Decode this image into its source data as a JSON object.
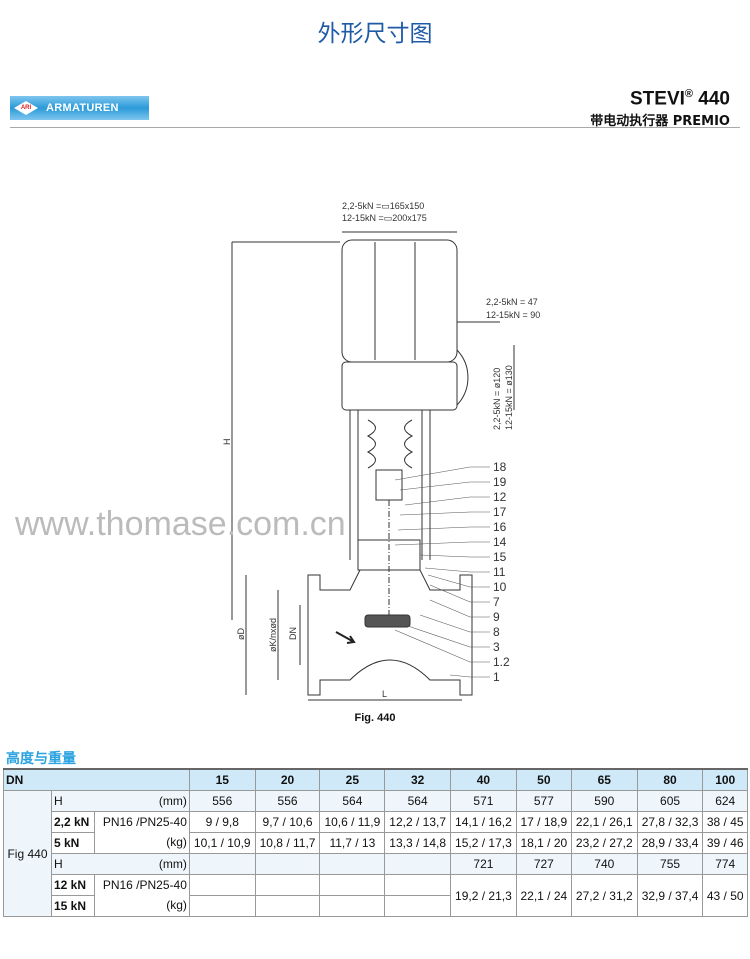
{
  "title": "外形尺寸图",
  "logo": {
    "mark": "ARI",
    "text": "ARMATUREN"
  },
  "product": {
    "name": "STEVI",
    "reg": "®",
    "model": "440",
    "subtitle": "带电动执行器 PREMIO"
  },
  "drawing": {
    "dim_top": [
      "2,2-5kN =▭165x150",
      "12-15kN =▭200x175"
    ],
    "dim_side": [
      "2,2-5kN = 47",
      "12-15kN = 90"
    ],
    "dim_dia": [
      "2,2-5kN = ø120",
      "12-15kN = ø130"
    ],
    "H": "H",
    "L": "L",
    "OD": "øD",
    "DN": "DN",
    "K": "øK/nxød",
    "parts": [
      "18",
      "19",
      "12",
      "17",
      "16",
      "14",
      "15",
      "11",
      "10",
      "7",
      "9",
      "8",
      "3",
      "1.2",
      "1"
    ],
    "watermark": "www.thomase.com.cn",
    "caption": "Fig. 440"
  },
  "section_title": "高度与重量",
  "table": {
    "dn_label": "DN",
    "dn": [
      "15",
      "20",
      "25",
      "32",
      "40",
      "50",
      "65",
      "80",
      "100"
    ],
    "fig": "Fig 440",
    "h_label": "H",
    "mm": "(mm)",
    "pn": "PN16 /PN25-40",
    "kg": "(kg)",
    "h1": [
      "556",
      "556",
      "564",
      "564",
      "571",
      "577",
      "590",
      "605",
      "624"
    ],
    "r22_label": "2,2 kN",
    "r22": [
      "9 / 9,8",
      "9,7 / 10,6",
      "10,6 / 11,9",
      "12,2 / 13,7",
      "14,1 / 16,2",
      "17 / 18,9",
      "22,1 / 26,1",
      "27,8 / 32,3",
      "38 / 45"
    ],
    "r5_label": "5 kN",
    "r5": [
      "10,1 / 10,9",
      "10,8 / 11,7",
      "11,7 / 13",
      "13,3 / 14,8",
      "15,2 / 17,3",
      "18,1 / 20",
      "23,2 / 27,2",
      "28,9 / 33,4",
      "39 / 46"
    ],
    "h2": [
      "",
      "",
      "",
      "",
      "721",
      "727",
      "740",
      "755",
      "774"
    ],
    "r12_label": "12 kN",
    "r15_label": "15 kN",
    "r1215": [
      "19,2 / 21,3",
      "22,1 / 24",
      "27,2 / 31,2",
      "32,9 / 37,4",
      "43 / 50"
    ]
  }
}
